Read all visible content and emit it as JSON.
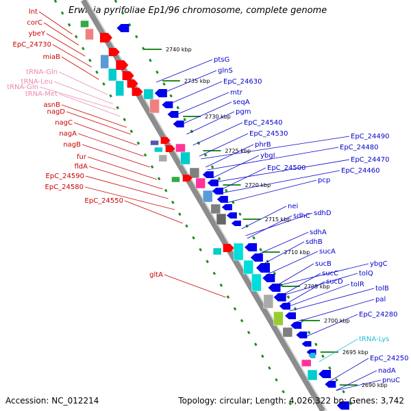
{
  "title": "Erwinia pyrifoliae Ep1/96 chromosome, complete genome",
  "footer": {
    "accession": "Accession: NC_012214",
    "topology": "Topology: circular; Length: 4,026,322 bp; Genes: 3,742"
  },
  "colors": {
    "backbone": "#8c8c8c",
    "tick_dash": "#228b22",
    "forward_label": "#cc0000",
    "reverse_label": "#0000cc",
    "trna_forward": "#e88ab0",
    "trna_reverse": "#22bbdd",
    "gene_forward": "#ff0000",
    "gene_reverse": "#0000ee"
  },
  "ticks": [
    "2740 kbp",
    "2735 kbp",
    "2730 kbp",
    "2725 kbp",
    "2720 kbp",
    "2715 kbp",
    "2710 kbp",
    "2705 kbp",
    "2700 kbp",
    "2695 kbp",
    "2690 kbp"
  ],
  "left_labels": [
    {
      "text": "lnt",
      "color": "red"
    },
    {
      "text": "corC",
      "color": "red"
    },
    {
      "text": "ybeY",
      "color": "red"
    },
    {
      "text": "EpC_24730",
      "color": "red"
    },
    {
      "text": "miaB",
      "color": "red"
    },
    {
      "text": "tRNA-Gln",
      "color": "pink"
    },
    {
      "text": "tRNA-Leu",
      "color": "pink"
    },
    {
      "text": "tRNA-Gln",
      "color": "pink"
    },
    {
      "text": "tRNA-Met",
      "color": "pink"
    },
    {
      "text": "asnB",
      "color": "red"
    },
    {
      "text": "nagD",
      "color": "red"
    },
    {
      "text": "nagC",
      "color": "red"
    },
    {
      "text": "nagA",
      "color": "red"
    },
    {
      "text": "nagB",
      "color": "red"
    },
    {
      "text": "fur",
      "color": "red"
    },
    {
      "text": "fldA",
      "color": "red"
    },
    {
      "text": "EpC_24590",
      "color": "red"
    },
    {
      "text": "EpC_24580",
      "color": "red"
    },
    {
      "text": "EpC_24550",
      "color": "red"
    },
    {
      "text": "gltA",
      "color": "red"
    }
  ],
  "right_labels": [
    {
      "text": "ptsG",
      "color": "blue"
    },
    {
      "text": "glnS",
      "color": "blue"
    },
    {
      "text": "EpC_24630",
      "color": "blue"
    },
    {
      "text": "mtr",
      "color": "blue"
    },
    {
      "text": "seqA",
      "color": "blue"
    },
    {
      "text": "pgm",
      "color": "blue"
    },
    {
      "text": "EpC_24540",
      "color": "blue"
    },
    {
      "text": "EpC_24530",
      "color": "blue"
    },
    {
      "text": "phrB",
      "color": "blue"
    },
    {
      "text": "ybgI",
      "color": "blue"
    },
    {
      "text": "EpC_24500",
      "color": "blue"
    },
    {
      "text": "EpC_24490",
      "color": "blue"
    },
    {
      "text": "EpC_24480",
      "color": "blue"
    },
    {
      "text": "EpC_24470",
      "color": "blue"
    },
    {
      "text": "EpC_24460",
      "color": "blue"
    },
    {
      "text": "pcp",
      "color": "blue"
    },
    {
      "text": "nei",
      "color": "blue"
    },
    {
      "text": "sdhC",
      "color": "blue"
    },
    {
      "text": "sdhD",
      "color": "blue"
    },
    {
      "text": "sdhA",
      "color": "blue"
    },
    {
      "text": "sdhB",
      "color": "blue"
    },
    {
      "text": "sucA",
      "color": "blue"
    },
    {
      "text": "sucB",
      "color": "blue"
    },
    {
      "text": "sucC",
      "color": "blue"
    },
    {
      "text": "sucD",
      "color": "blue"
    },
    {
      "text": "ybgC",
      "color": "blue"
    },
    {
      "text": "tolQ",
      "color": "blue"
    },
    {
      "text": "tolR",
      "color": "blue"
    },
    {
      "text": "tolB",
      "color": "blue"
    },
    {
      "text": "pal",
      "color": "blue"
    },
    {
      "text": "EpC_24280",
      "color": "blue"
    },
    {
      "text": "tRNA-Lys",
      "color": "cyan"
    },
    {
      "text": "EpC_24250",
      "color": "blue"
    },
    {
      "text": "nadA",
      "color": "blue"
    },
    {
      "text": "pnuC",
      "color": "blue"
    }
  ]
}
